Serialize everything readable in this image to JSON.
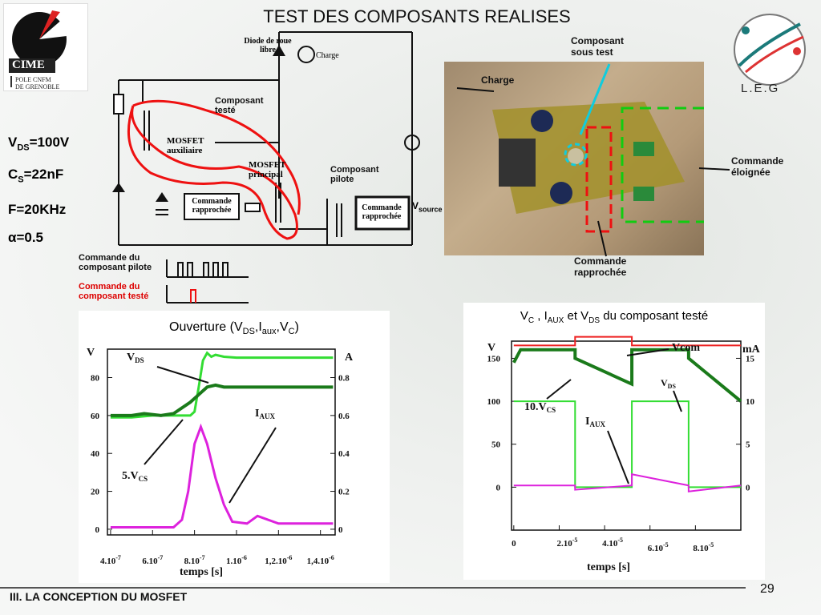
{
  "title": "TEST DES COMPOSANTS REALISES",
  "logos": {
    "cime_text": "CIME",
    "cime_sub1": "POLE CNFM",
    "cime_sub2": "DE GRENOBLE",
    "leg_text": "L.E.G"
  },
  "specs": {
    "vds": "=100V",
    "cs": "=22nF",
    "freq": "F=20KHz",
    "alpha": "=0.5"
  },
  "circuit": {
    "diode_label1": "Diode de roue",
    "diode_label2": "libre",
    "charge": "Charge",
    "composant_teste1": "Composant",
    "composant_teste2": "testé",
    "mosfet_aux1": "MOSFET",
    "mosfet_aux2": "auxiliaire",
    "mosfet_princ1": "MOSFET",
    "mosfet_princ2": "principal",
    "composant_pilote1": "Composant",
    "composant_pilote2": "pilote",
    "cmd_rapp1": "Commande",
    "cmd_rapp2": "rapprochée",
    "vsource_main": "V",
    "vsource_sub": "source",
    "legend_pilote1": "Commande du",
    "legend_pilote2": "composant  pilote",
    "legend_teste1": "Commande du",
    "legend_teste2": "composant testé"
  },
  "photo": {
    "composant_sous_test1": "Composant",
    "composant_sous_test2": "sous test",
    "charge": "Charge",
    "cmd_eloignee1": "Commande",
    "cmd_eloignee2": "éloignée",
    "cmd_rapprochee1": "Commande",
    "cmd_rapprochee2": "rapprochée"
  },
  "chart_data": [
    {
      "type": "line",
      "title": "Ouverture (V DS,I aux,V C)",
      "xlabel": "temps [s]",
      "y_left_unit": "V",
      "y_right_unit": "A",
      "x_ticks": [
        "4.10-7",
        "6.10-7",
        "8.10-7",
        "1.10-6",
        "1,2.10-6",
        "1,4.10-6"
      ],
      "y_left_ticks": [
        "0",
        "20",
        "40",
        "60",
        "80"
      ],
      "y_right_ticks": [
        "0",
        "0.2",
        "0.4",
        "0.6",
        "0.8"
      ],
      "ylim_left": [
        0,
        95
      ],
      "ylim_right": [
        0,
        0.95
      ],
      "series": [
        {
          "name": "VDS",
          "color": "#33dd33",
          "x": [
            4e-07,
            5e-07,
            6e-07,
            7e-07,
            7.8e-07,
            8e-07,
            8.2e-07,
            8.4e-07,
            8.6e-07,
            8.8e-07,
            9e-07,
            9.4e-07,
            1e-06,
            1.2e-06,
            1.46e-06
          ],
          "values": [
            59,
            59,
            60,
            60,
            60,
            62,
            75,
            89,
            93,
            91,
            92,
            91,
            90.5,
            90.5,
            90.5
          ]
        },
        {
          "name": "5.VCS",
          "color": "#1a7a1a",
          "x": [
            4e-07,
            5e-07,
            5.6e-07,
            6.4e-07,
            7e-07,
            7.4e-07,
            7.8e-07,
            8.2e-07,
            8.6e-07,
            9e-07,
            9.4e-07,
            1e-06,
            1.2e-06,
            1.46e-06
          ],
          "values": [
            60,
            60,
            61,
            60,
            61,
            64,
            67,
            71,
            75,
            76,
            75,
            75,
            75,
            75
          ]
        },
        {
          "name": "IAUX",
          "color": "#dd22dd",
          "x": [
            4e-07,
            5.5e-07,
            7e-07,
            7.4e-07,
            7.7e-07,
            8e-07,
            8.3e-07,
            8.6e-07,
            9e-07,
            9.4e-07,
            9.8e-07,
            1.05e-06,
            1.1e-06,
            1.2e-06,
            1.3e-06,
            1.46e-06
          ],
          "values": [
            1,
            1,
            1,
            5,
            20,
            45,
            54,
            45,
            27,
            13,
            4,
            3,
            7,
            3,
            3,
            3
          ]
        }
      ],
      "annotations": [
        "VDS",
        "IAUX",
        "5.VCS"
      ]
    },
    {
      "type": "line",
      "title": "V C , I AUX et V DS du composant testé",
      "xlabel": "temps [s]",
      "y_left_unit": "V",
      "y_right_unit": "mA",
      "x_ticks": [
        "0",
        "2.10-5",
        "4.10-5",
        "6.10-5",
        "8.10-5"
      ],
      "y_left_ticks": [
        "0",
        "50",
        "100",
        "150"
      ],
      "y_right_ticks": [
        "0",
        "5",
        "10",
        "15"
      ],
      "ylim_left": [
        -50,
        170
      ],
      "xlim": [
        0,
        0.0001
      ],
      "series": [
        {
          "name": "Vcom",
          "color": "#ee2222",
          "x": [
            0,
            2.7e-05,
            2.7e-05,
            5.2e-05,
            5.2e-05,
            0.0001
          ],
          "values": [
            165,
            165,
            175,
            175,
            165,
            165
          ]
        },
        {
          "name": "10.VCS",
          "color": "#1a7a1a",
          "x": [
            0,
            3e-06,
            2.7e-05,
            2.7e-05,
            5.2e-05,
            5.2e-05,
            7.7e-05,
            7.7e-05,
            0.0001
          ],
          "values": [
            145,
            160,
            160,
            150,
            120,
            160,
            160,
            150,
            100
          ]
        },
        {
          "name": "VDS",
          "color": "#33dd33",
          "x": [
            0,
            2.7e-05,
            2.7e-05,
            5.2e-05,
            5.2e-05,
            7.7e-05,
            7.7e-05,
            0.0001
          ],
          "values": [
            100,
            100,
            0,
            0,
            100,
            100,
            0,
            0
          ]
        },
        {
          "name": "IAUX",
          "color": "#dd22dd",
          "x": [
            0,
            2e-06,
            2.7e-05,
            2.7e-05,
            5.2e-05,
            5.2e-05,
            7.7e-05,
            7.7e-05,
            0.0001
          ],
          "values": [
            2,
            2,
            2,
            -3,
            2,
            15,
            2,
            -5,
            2
          ]
        }
      ],
      "annotations": [
        "Vcom",
        "VDS",
        "10.VCS",
        "IAUX"
      ]
    }
  ],
  "footer": "III. LA CONCEPTION DU MOSFET",
  "page_number": "29"
}
